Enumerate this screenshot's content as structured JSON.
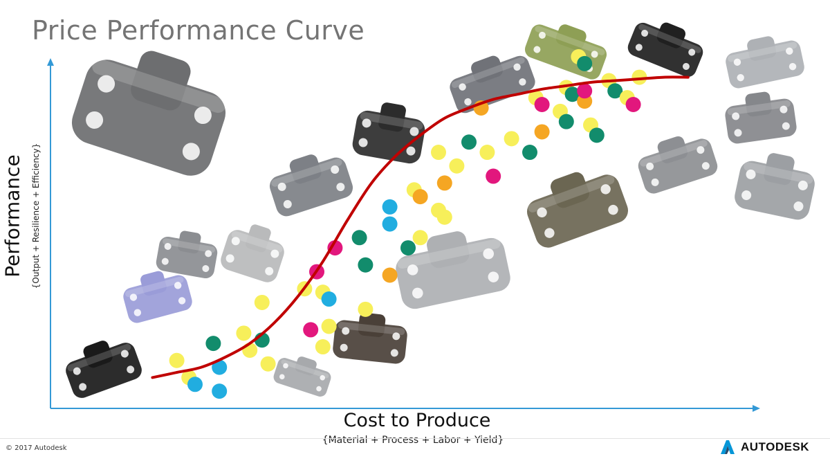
{
  "slide": {
    "title": "Price Performance Curve",
    "copyright": "© 2017 Autodesk",
    "brand": "AUTODESK",
    "brand_color": "#0696D7"
  },
  "chart_data": {
    "type": "scatter",
    "title": "Price Performance Curve",
    "xlabel": "Cost to Produce",
    "xlabel_sub": "{Material + Process + Labor + Yield}",
    "ylabel": "Performance",
    "ylabel_sub": "{Output + Resilience + Efficiency}",
    "xlim": [
      0,
      100
    ],
    "ylim": [
      0,
      100
    ],
    "grid": false,
    "curve": {
      "color": "#C00000",
      "x": [
        8,
        12,
        16,
        20,
        24,
        28,
        32,
        36,
        40,
        44,
        48,
        52,
        56,
        60,
        64,
        68,
        72,
        76,
        80,
        84,
        88,
        92,
        96
      ],
      "y": [
        6,
        7.5,
        9,
        12,
        16,
        22,
        30,
        40,
        52,
        63,
        71,
        77,
        82,
        85,
        87.5,
        89,
        90.5,
        91.5,
        92.5,
        93,
        93.5,
        94,
        94
      ]
    },
    "point_colors": {
      "yellow": "#F7EF5A",
      "green": "#128C6C",
      "cyan": "#21ADE0",
      "magenta": "#E2177D",
      "orange": "#F5A623"
    },
    "points": [
      {
        "x": 12,
        "y": 11,
        "color": "yellow"
      },
      {
        "x": 14,
        "y": 6,
        "color": "yellow"
      },
      {
        "x": 15,
        "y": 4,
        "color": "cyan"
      },
      {
        "x": 19,
        "y": 2,
        "color": "cyan"
      },
      {
        "x": 19,
        "y": 9,
        "color": "cyan"
      },
      {
        "x": 18,
        "y": 16,
        "color": "green"
      },
      {
        "x": 23,
        "y": 19,
        "color": "yellow"
      },
      {
        "x": 24,
        "y": 14,
        "color": "yellow"
      },
      {
        "x": 26,
        "y": 17,
        "color": "green"
      },
      {
        "x": 27,
        "y": 10,
        "color": "yellow"
      },
      {
        "x": 26,
        "y": 28,
        "color": "yellow"
      },
      {
        "x": 33,
        "y": 32,
        "color": "yellow"
      },
      {
        "x": 34,
        "y": 20,
        "color": "magenta"
      },
      {
        "x": 35,
        "y": 37,
        "color": "magenta"
      },
      {
        "x": 36,
        "y": 31,
        "color": "yellow"
      },
      {
        "x": 36,
        "y": 15,
        "color": "yellow"
      },
      {
        "x": 37,
        "y": 29,
        "color": "cyan"
      },
      {
        "x": 37,
        "y": 21,
        "color": "yellow"
      },
      {
        "x": 38,
        "y": 44,
        "color": "magenta"
      },
      {
        "x": 42,
        "y": 47,
        "color": "green"
      },
      {
        "x": 43,
        "y": 39,
        "color": "green"
      },
      {
        "x": 43,
        "y": 26,
        "color": "yellow"
      },
      {
        "x": 47,
        "y": 56,
        "color": "cyan"
      },
      {
        "x": 47,
        "y": 51,
        "color": "cyan"
      },
      {
        "x": 47,
        "y": 36,
        "color": "orange"
      },
      {
        "x": 51,
        "y": 61,
        "color": "yellow"
      },
      {
        "x": 52,
        "y": 59,
        "color": "orange"
      },
      {
        "x": 52,
        "y": 47,
        "color": "yellow"
      },
      {
        "x": 50,
        "y": 44,
        "color": "green"
      },
      {
        "x": 55,
        "y": 55,
        "color": "yellow"
      },
      {
        "x": 56,
        "y": 53,
        "color": "yellow"
      },
      {
        "x": 56,
        "y": 63,
        "color": "orange"
      },
      {
        "x": 55,
        "y": 72,
        "color": "yellow"
      },
      {
        "x": 58,
        "y": 68,
        "color": "yellow"
      },
      {
        "x": 60,
        "y": 75,
        "color": "green"
      },
      {
        "x": 62,
        "y": 85,
        "color": "orange"
      },
      {
        "x": 63,
        "y": 72,
        "color": "yellow"
      },
      {
        "x": 64,
        "y": 65,
        "color": "magenta"
      },
      {
        "x": 67,
        "y": 76,
        "color": "yellow"
      },
      {
        "x": 70,
        "y": 72,
        "color": "green"
      },
      {
        "x": 71,
        "y": 88,
        "color": "yellow"
      },
      {
        "x": 72,
        "y": 78,
        "color": "orange"
      },
      {
        "x": 72,
        "y": 86,
        "color": "magenta"
      },
      {
        "x": 75,
        "y": 84,
        "color": "yellow"
      },
      {
        "x": 76,
        "y": 91,
        "color": "yellow"
      },
      {
        "x": 76,
        "y": 81,
        "color": "green"
      },
      {
        "x": 77,
        "y": 89,
        "color": "green"
      },
      {
        "x": 79,
        "y": 87,
        "color": "orange"
      },
      {
        "x": 79,
        "y": 90,
        "color": "magenta"
      },
      {
        "x": 80,
        "y": 80,
        "color": "yellow"
      },
      {
        "x": 81,
        "y": 77,
        "color": "green"
      },
      {
        "x": 78,
        "y": 100,
        "color": "yellow"
      },
      {
        "x": 79,
        "y": 98,
        "color": "green"
      },
      {
        "x": 83,
        "y": 93,
        "color": "yellow"
      },
      {
        "x": 84,
        "y": 90,
        "color": "green"
      },
      {
        "x": 86,
        "y": 88,
        "color": "yellow"
      },
      {
        "x": 87,
        "y": 86,
        "color": "magenta"
      },
      {
        "x": 88,
        "y": 94,
        "color": "yellow"
      }
    ],
    "images": [
      {
        "name": "bracket-baseline-image",
        "color": "#6d6e70"
      },
      {
        "name": "bracket-black-lowend-image",
        "color": "#1a1a1a"
      },
      {
        "name": "bracket-lavender-image",
        "color": "#9a9cd8"
      },
      {
        "name": "bracket-gray-small-image",
        "color": "#8b8d91"
      },
      {
        "name": "bracket-silver-small-image",
        "color": "#b9babb"
      },
      {
        "name": "bracket-gray-mid-image",
        "color": "#7d8086"
      },
      {
        "name": "bracket-black-cutout-image",
        "color": "#2c2c2c"
      },
      {
        "name": "bracket-silver-cast-image",
        "color": "#a7a9ac"
      },
      {
        "name": "bracket-bronze-image",
        "color": "#4a4038"
      },
      {
        "name": "bracket-gray-angled-image",
        "color": "#707278"
      },
      {
        "name": "bracket-lattice-green-image",
        "color": "#8e9f55"
      },
      {
        "name": "bracket-black-lattice-image",
        "color": "#202020"
      },
      {
        "name": "bracket-silver-lattice-image",
        "color": "#aeb1b5"
      },
      {
        "name": "bracket-organic-silver-image",
        "color": "#aeb0b3"
      },
      {
        "name": "bracket-organic-khaki-image",
        "color": "#6b6652"
      },
      {
        "name": "bracket-organic-gray-image",
        "color": "#8d8f93"
      },
      {
        "name": "bracket-organic-right-image",
        "color": "#85878b"
      },
      {
        "name": "bracket-mesh-silver-image",
        "color": "#9c9fa3"
      }
    ]
  }
}
